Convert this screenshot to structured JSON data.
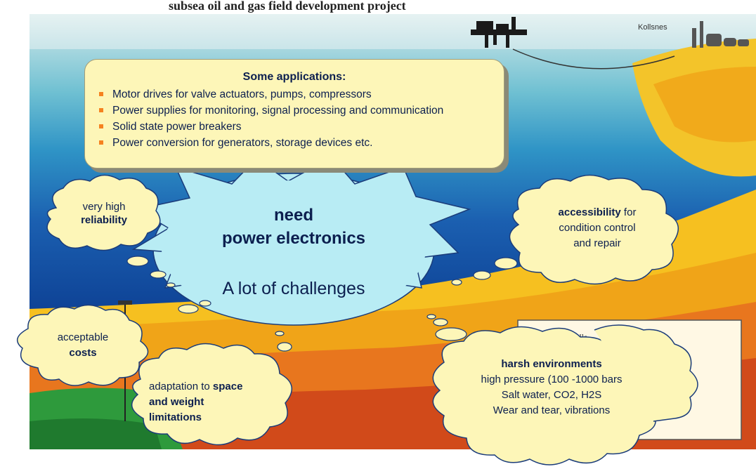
{
  "slide": {
    "header_text": "subsea oil and gas field development project",
    "scene_label": "Kollsnes",
    "inset_label": "Total no. of wells"
  },
  "applications": {
    "title": "Some applications:",
    "items": [
      "Motor drives for valve actuators, pumps, compressors",
      "Power supplies for monitoring, signal processing  and communication",
      "Solid state power breakers",
      "Power conversion for generators, storage devices etc."
    ]
  },
  "center": {
    "line1": "need",
    "line2": "power electronics",
    "sub": "A lot of challenges"
  },
  "clouds": {
    "reliability": {
      "pre": "very high",
      "bold": "reliability"
    },
    "accessibility": {
      "bold": "accessibility",
      "rest1": " for",
      "rest2": "condition control",
      "rest3": "and repair"
    },
    "costs": {
      "pre": "acceptable",
      "bold": "costs"
    },
    "space": {
      "pre": "adaptation to ",
      "bold1": "space",
      "bold2": "and weight",
      "bold3": "limitations"
    },
    "harsh": {
      "bold": "harsh environments",
      "l1": "high pressure (100 -1000 bars",
      "l2": "Salt water, CO2, H2S",
      "l3": "Wear and tear, vibrations"
    }
  },
  "colors": {
    "sea_top": "#9fd0da",
    "sea_deep": "#0a3a8e",
    "cloud_fill": "#fdf6b8",
    "center_fill": "#b8ecf4",
    "text_navy": "#0c1f4f",
    "bullet": "#f58220"
  }
}
